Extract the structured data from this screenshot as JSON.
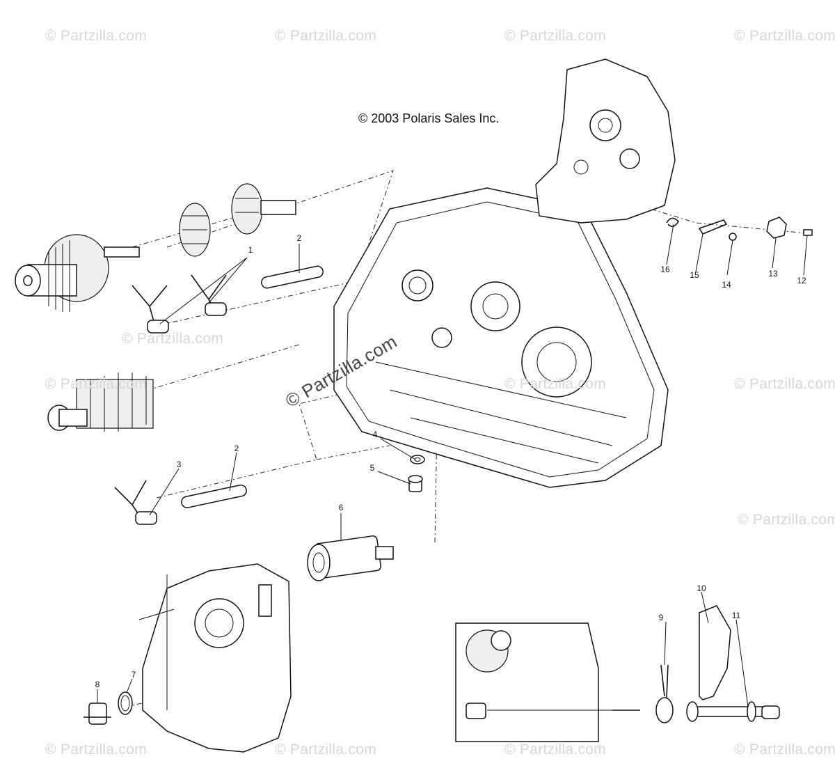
{
  "copyright": "© 2003 Polaris Sales Inc.",
  "watermark": "© Partzilla.com",
  "watermarks_light": [
    {
      "id": "wm-1"
    },
    {
      "id": "wm-2"
    },
    {
      "id": "wm-3"
    },
    {
      "id": "wm-4"
    },
    {
      "id": "wm-5"
    },
    {
      "id": "wm-6"
    },
    {
      "id": "wm-7"
    },
    {
      "id": "wm-8"
    },
    {
      "id": "wm-9"
    },
    {
      "id": "wm-10"
    },
    {
      "id": "wm-11"
    },
    {
      "id": "wm-12"
    },
    {
      "id": "wm-13"
    },
    {
      "id": "wm-14"
    }
  ],
  "callouts": {
    "c1": "1",
    "c2a": "2",
    "c2b": "2",
    "c3": "3",
    "c4": "4",
    "c5": "5",
    "c6": "6",
    "c7": "7",
    "c8": "8",
    "c9": "9",
    "c10": "10",
    "c11": "11",
    "c12": "12",
    "c13": "13",
    "c14": "14",
    "c15": "15",
    "c16": "16"
  }
}
